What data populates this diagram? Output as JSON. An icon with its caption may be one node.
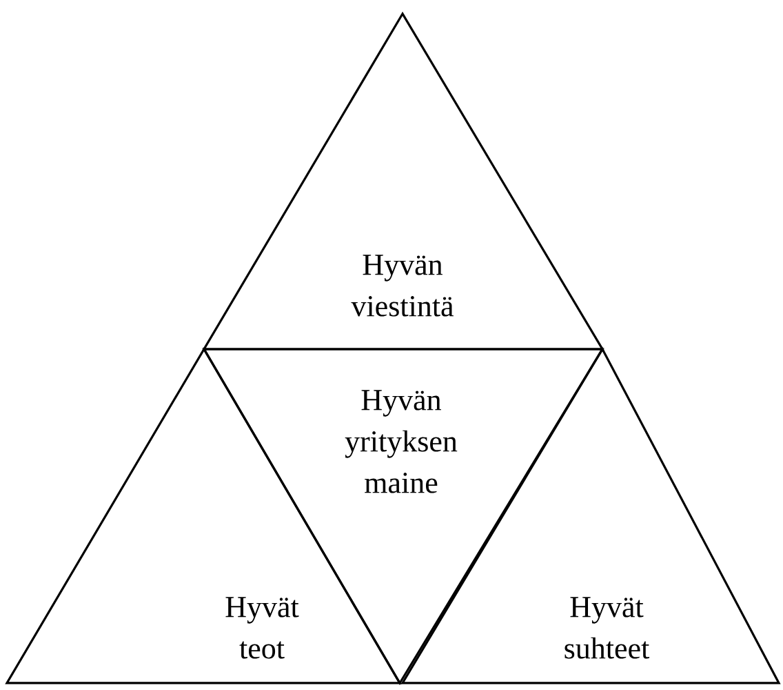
{
  "diagram": {
    "nodes": [
      {
        "text": [
          "Hyvän viestintä"
        ]
      },
      {
        "text": [
          "Hyvän yrityksen maine"
        ]
      },
      {
        "text": [
          "Hyvät teot"
        ]
      },
      {
        "text": [
          "Hyvät suhteet"
        ]
      }
    ]
  }
}
